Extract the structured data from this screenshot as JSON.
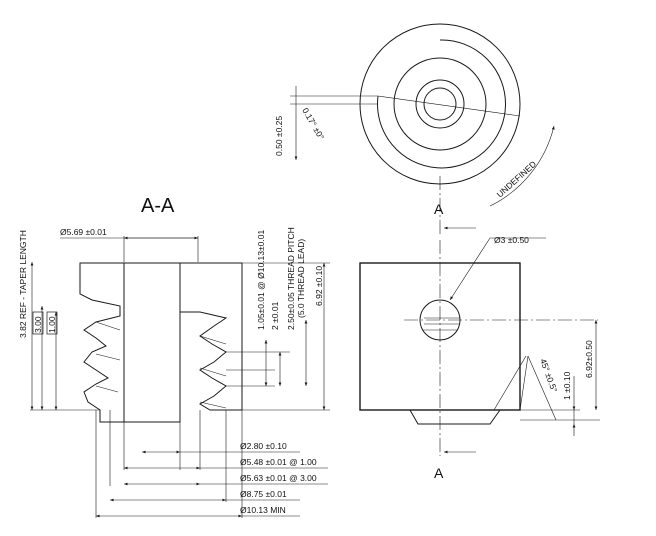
{
  "section_title": "A-A",
  "section_markers": {
    "top": "A",
    "bottom": "A"
  },
  "dimensions": {
    "top_diameter": "Ø5.69 ±0.01",
    "taper_length": "3.82 REF - TAPER LENGTH",
    "box_300": "3.00",
    "box_100": "1.00",
    "dim_105": "1.05±0.01 @ Ø10.13±0.01",
    "dim_2": "2 ±0.01",
    "dim_250": "2.50±0.05 THREAD PITCH",
    "dim_250_sub": "(5.0 THREAD LEAD)",
    "dim_692_left": "6.92 ±0.10",
    "d_280": "Ø2.80 ±0.10",
    "d_548": "Ø5.48 ±0.01 @ 1.00",
    "d_563": "Ø5.63 ±0.01 @ 3.00",
    "d_875": "Ø8.75 ±0.01",
    "d_1013": "Ø10.13 MIN",
    "d_hole": "Ø3 ±0.50",
    "dim_692_right": "6.92±0.50",
    "dim_1": "1 ±0.10",
    "angle_45": "45° ±0.5°",
    "dim_050": "0.50 ±0.25",
    "angle_017": "0.17° ±0°",
    "undefined": "UNDEFINED"
  }
}
